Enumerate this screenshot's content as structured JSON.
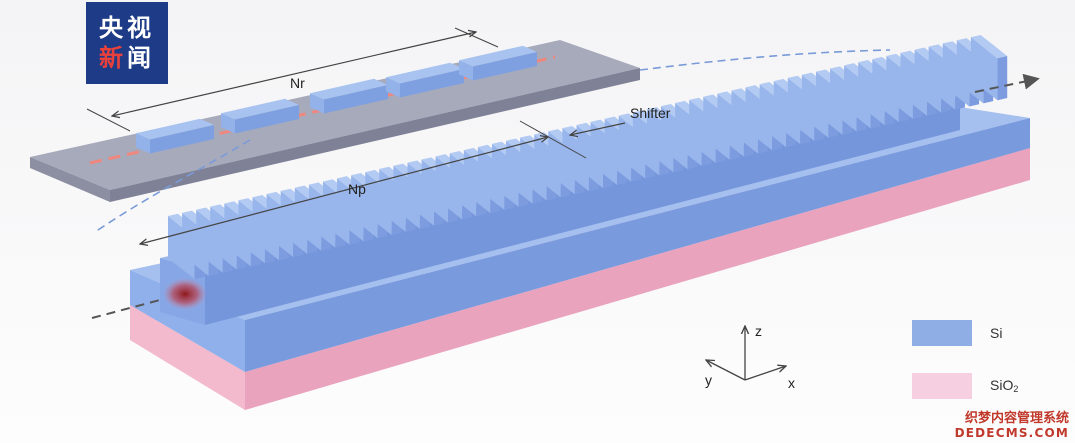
{
  "logo": {
    "line1": "央视",
    "line2_a": "新",
    "line2_b": "闻"
  },
  "labels": {
    "nr": "Nr",
    "np": "Np",
    "shifter": "Shifter"
  },
  "axes": {
    "z": "z",
    "x": "x",
    "y": "y"
  },
  "legend": [
    {
      "label_main": "Si",
      "label_sub": "",
      "color": "#8faee6"
    },
    {
      "label_main": "SiO",
      "label_sub": "2",
      "color": "#f6cfe0"
    }
  ],
  "watermark": {
    "line1": "织梦内容管理系统",
    "line2": "DEDECMS.COM"
  },
  "colors": {
    "si_top": "#a5c0ef",
    "si_front": "#7f9fe0",
    "si_side": "#6d8cd2",
    "sio2_front": "#f3b9cd",
    "sio2_side": "#eaa3bd",
    "inset_plate": "#a6a9b9",
    "inset_edge": "#7d8093",
    "beam": "#f0877e",
    "dash_blue": "#7a9bd8",
    "dash_grey": "#555555"
  }
}
